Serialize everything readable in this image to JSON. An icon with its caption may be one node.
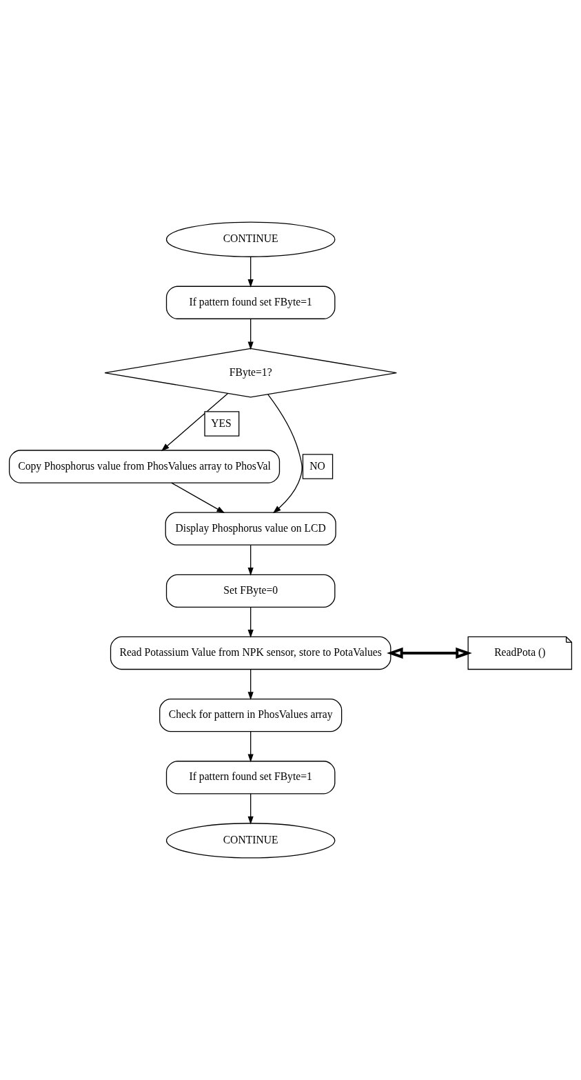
{
  "diagram": {
    "nodes": [
      {
        "text": [
          "CONTINUE"
        ]
      },
      {
        "text": [
          "If pattern found set FByte=1"
        ]
      },
      {
        "text": [
          "FByte=1?"
        ]
      },
      {
        "text": [
          "Copy Phosphorus value from PhosValues array to PhosVal"
        ]
      },
      {
        "text": [
          "Display Phosphorus value on LCD"
        ]
      },
      {
        "text": [
          "Set FByte=0"
        ]
      },
      {
        "text": [
          "Read Potassium Value from NPK sensor, store to PotaValues"
        ]
      },
      {
        "text": [
          "ReadPota ()"
        ]
      },
      {
        "text": [
          "Check for pattern in PhosValues array"
        ]
      },
      {
        "text": [
          "If pattern found set FByte=1"
        ]
      },
      {
        "text": [
          "CONTINUE"
        ]
      }
    ],
    "edges": [
      {
        "from": 0,
        "to": 1,
        "arrow": "to"
      },
      {
        "from": 1,
        "to": 2,
        "arrow": "to"
      },
      {
        "from": 2,
        "to": 3,
        "arrow": "to",
        "label": "YES"
      },
      {
        "from": 2,
        "to": 4,
        "arrow": "to",
        "label": "NO"
      },
      {
        "from": 3,
        "to": 4,
        "arrow": "to"
      },
      {
        "from": 4,
        "to": 5,
        "arrow": "to"
      },
      {
        "from": 5,
        "to": 6,
        "arrow": "to"
      },
      {
        "from": 6,
        "to": 7,
        "arrow": "both",
        "style": "thick"
      },
      {
        "from": 6,
        "to": 8,
        "arrow": "to"
      },
      {
        "from": 8,
        "to": 9,
        "arrow": "to"
      },
      {
        "from": 9,
        "to": 10,
        "arrow": "to"
      }
    ]
  }
}
